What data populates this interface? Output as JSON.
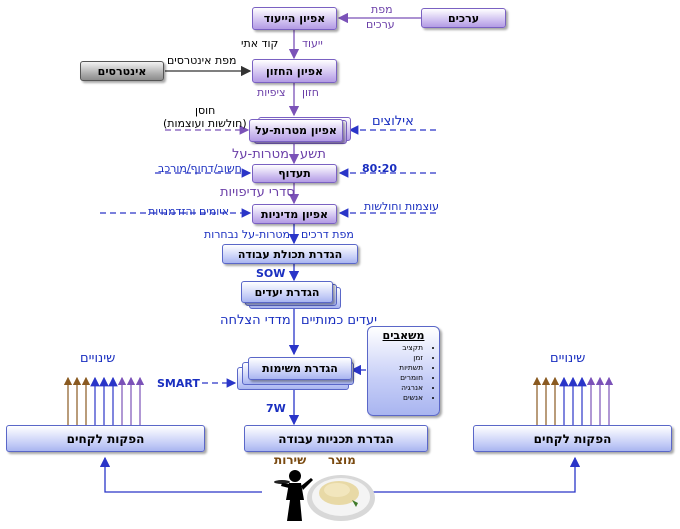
{
  "boxes": {
    "values": "ערכים",
    "vision_character": "אפיון הייעוד",
    "stakeholders": "אינטרסים",
    "vision": "אפיון החזון",
    "objectives": "אפיון מטרות-על",
    "prioritization": "תעדוף",
    "policy": "אפיון מדיניות",
    "work_definition": "הגדרת תכולת עבודה",
    "goals": "הגדרת יעדים",
    "tasks": "הגדרת משימות",
    "work_plans": "הגדרת תכניות עבודה",
    "customer_outputs_left": "הפקות לקחים",
    "customer_outputs_right": "הפקות לקחים"
  },
  "labels": {
    "values_map_1": "מפת",
    "values_map_2": "ערכים",
    "mission": "ייעוד",
    "ethics_code": "קוד אתי",
    "stakeholder_map": "מפת אינטרסים",
    "vision_label": "חזון",
    "expectations": "ציפיות",
    "immunity_1": "חוסן",
    "immunity_2": "(חולשות ועוצמות)",
    "constraints_in": "אילוצים",
    "answer": "תשע",
    "objectives_label": "מטרות-על",
    "ratio": "80:20",
    "important": "חשוב/דחוף/מורכב",
    "priorities": "סדרי עדיפויות",
    "strengths": "עוצמות וחולשות",
    "threats": "איומים והזדמנויות",
    "roadmap": "מפת דרכים",
    "chosen_objectives": "מטרות-על נבחרות",
    "sow": "SOW",
    "quant_goals": "יעדים כמותיים",
    "success_metrics": "מדדי הצלחה",
    "smart": "SMART",
    "w7": "7W",
    "changes_left": "שינויים",
    "changes_right": "שינויים",
    "service": "שירות",
    "product": "מוצר"
  },
  "constraints_box": {
    "title": "משאבים",
    "items": [
      "תקציב",
      "זמן",
      "תשתיות",
      "חומרים",
      "אנרגיה",
      "אנשים"
    ]
  },
  "colors": {
    "purple_line": "#7b52b8",
    "blue_line": "#2a35c8",
    "brown_arrow": "#8a5a20",
    "black_arrow": "#333333"
  },
  "icons": {
    "waiter": "waiter-silhouette-icon",
    "plate": "rice-plate-icon"
  }
}
